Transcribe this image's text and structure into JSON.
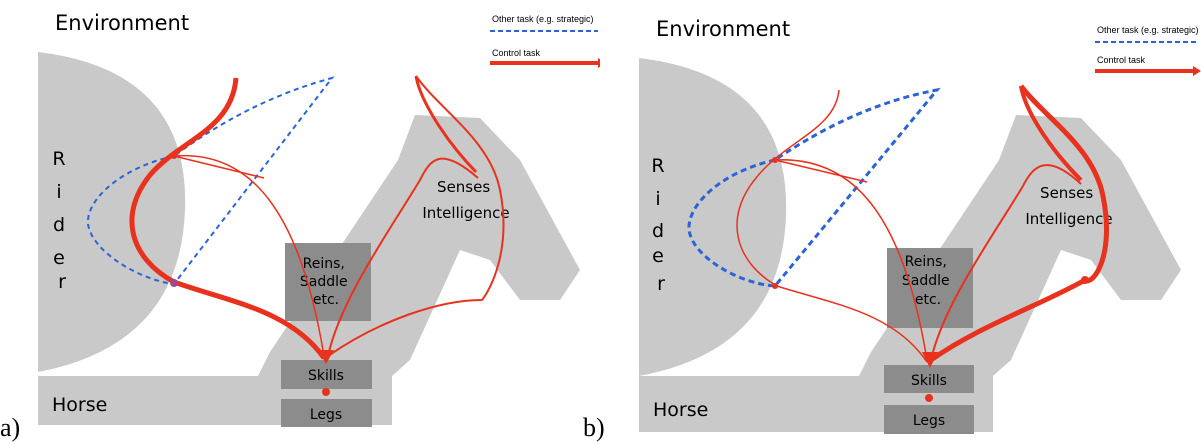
{
  "panels": [
    {
      "label": "a)",
      "title": "Environment",
      "legend": {
        "other": "Other task (e.g. strategic)",
        "control": "Control task"
      },
      "rider_letters": [
        "R",
        "i",
        "d",
        "e",
        "r"
      ],
      "horse_label": "Horse",
      "reins_lines": [
        "Reins,",
        "Saddle",
        "etc."
      ],
      "brain_lines": [
        "Senses",
        "Intelligence"
      ],
      "skills_label": "Skills",
      "legs_label": "Legs",
      "emphasis": "rider"
    },
    {
      "label": "b)",
      "title": "Environment",
      "legend": {
        "other": "Other task (e.g. strategic)",
        "control": "Control task"
      },
      "rider_letters": [
        "R",
        "i",
        "d",
        "e",
        "r"
      ],
      "horse_label": "Horse",
      "reins_lines": [
        "Reins,",
        "Saddle",
        "etc."
      ],
      "brain_lines": [
        "Senses",
        "Intelligence"
      ],
      "skills_label": "Skills",
      "legs_label": "Legs",
      "emphasis": "horse"
    }
  ],
  "colors": {
    "control": "#e8321e",
    "other": "#2b64d6",
    "shape": "#c9c9c9",
    "box": "#8c8c8c"
  }
}
